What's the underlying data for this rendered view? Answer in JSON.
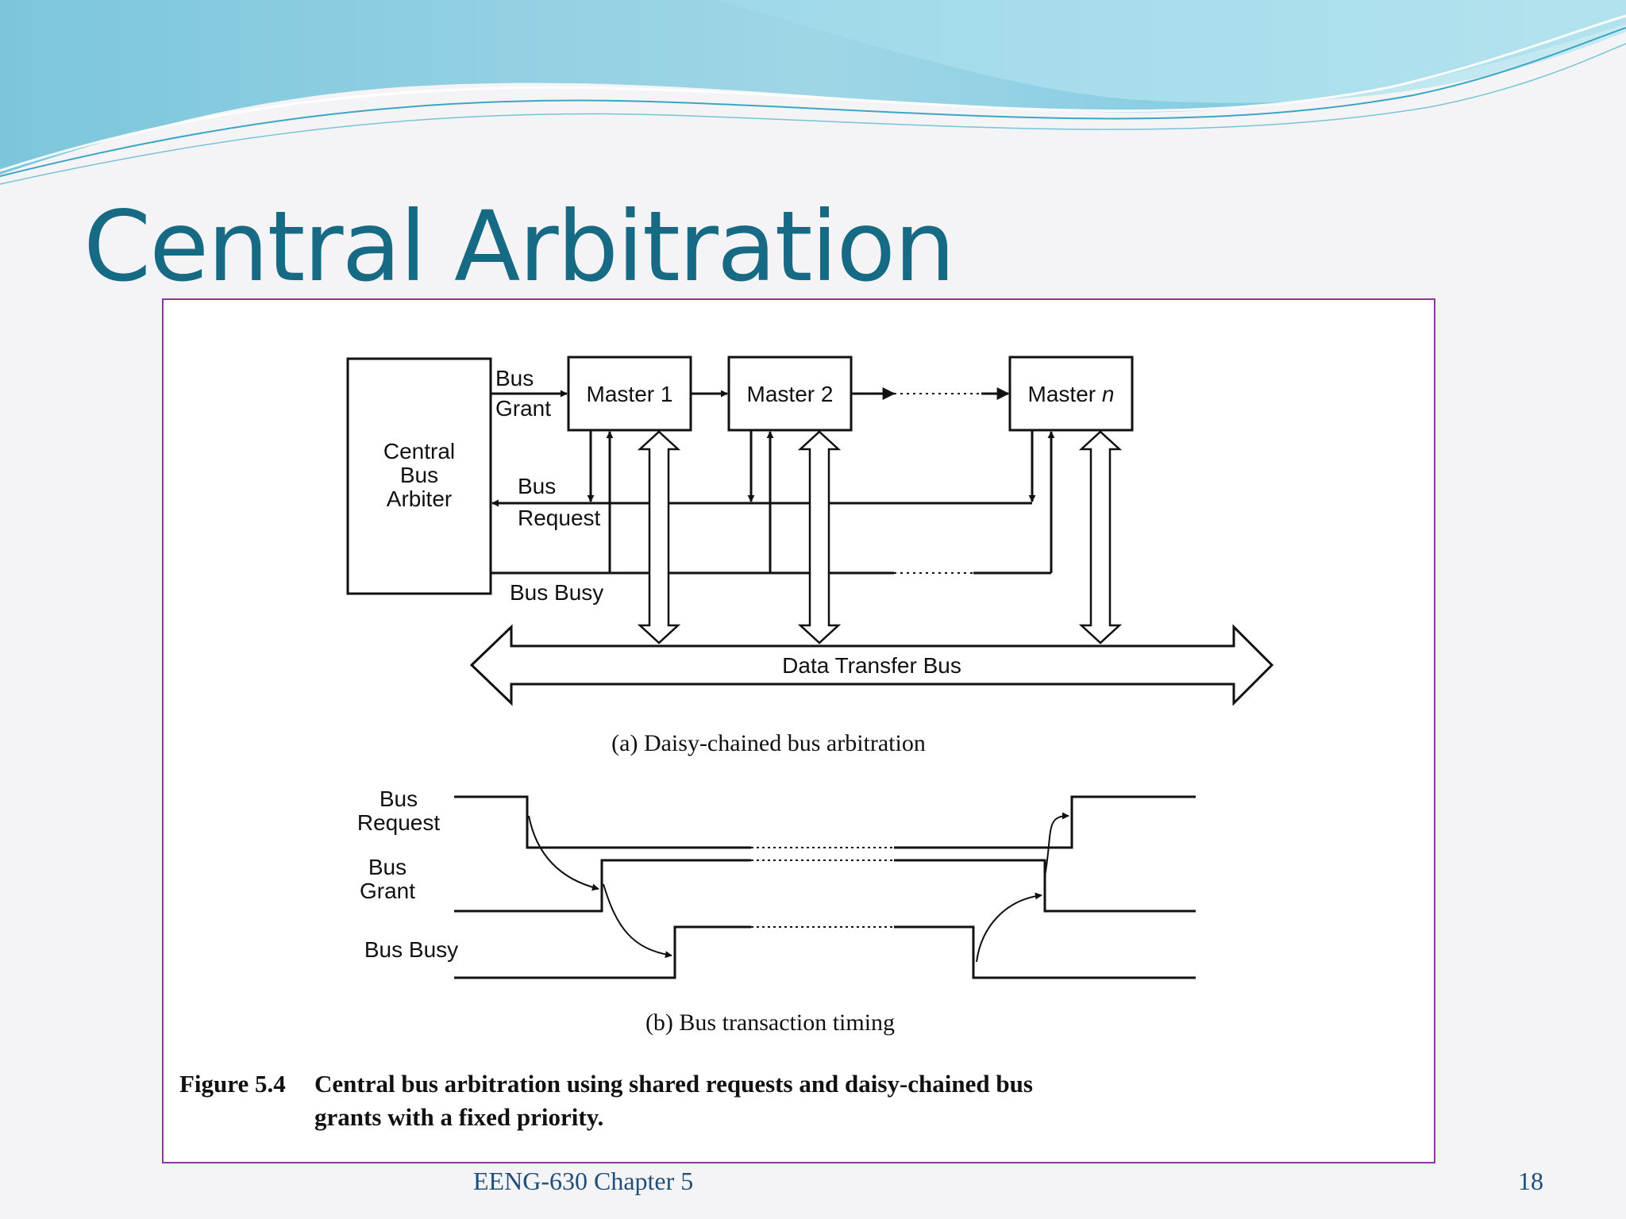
{
  "slide": {
    "title": "Central Arbitration",
    "footer_center": "EENG-630 Chapter 5",
    "slide_number": "18"
  },
  "diagram_a": {
    "arbiter_lines": [
      "Central",
      "Bus",
      "Arbiter"
    ],
    "bus_grant_lines": [
      "Bus",
      "Grant"
    ],
    "bus_request_lines": [
      "Bus",
      "Request"
    ],
    "bus_busy": "Bus Busy",
    "master_1": "Master 1",
    "master_2": "Master 2",
    "master_n_prefix": "Master ",
    "master_n_italic": "n",
    "data_bus": "Data Transfer Bus",
    "caption": "(a) Daisy-chained bus arbitration"
  },
  "diagram_b": {
    "bus_request_lines": [
      "Bus",
      "Request"
    ],
    "bus_grant_lines": [
      "Bus",
      "Grant"
    ],
    "bus_busy": "Bus Busy",
    "caption": "(b) Bus transaction timing"
  },
  "figure_caption": {
    "label": "Figure 5.4",
    "line1": "Central bus arbitration using shared requests and daisy-chained bus",
    "line2": "grants with a fixed priority."
  },
  "colors": {
    "title": "#166a84",
    "frame_border": "#8a3a9c",
    "footer_text": "#1f4e79"
  }
}
